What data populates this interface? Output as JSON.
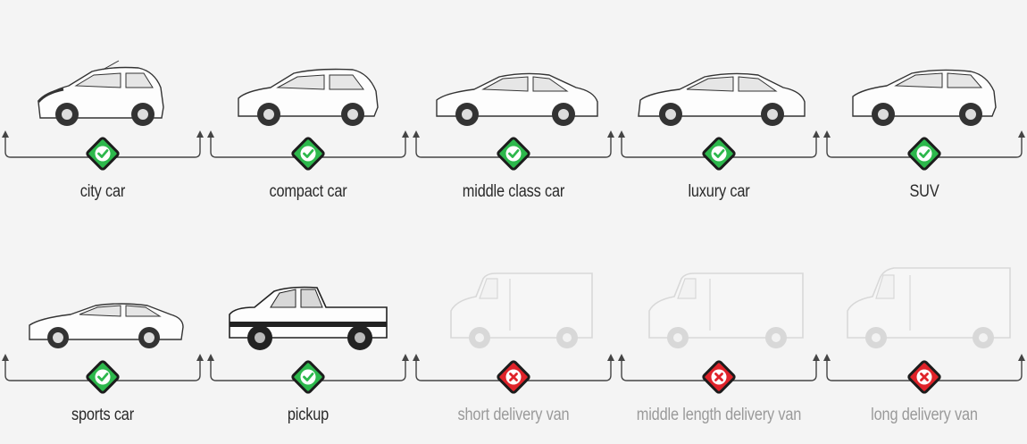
{
  "vehicles": [
    {
      "label": "city car",
      "available": true,
      "icon": "city-car-icon"
    },
    {
      "label": "compact car",
      "available": true,
      "icon": "compact-car-icon"
    },
    {
      "label": "middle class car",
      "available": true,
      "icon": "sedan-car-icon"
    },
    {
      "label": "luxury car",
      "available": true,
      "icon": "luxury-car-icon"
    },
    {
      "label": "SUV",
      "available": true,
      "icon": "suv-icon"
    },
    {
      "label": "sports car",
      "available": true,
      "icon": "sports-car-icon"
    },
    {
      "label": "pickup",
      "available": true,
      "icon": "pickup-truck-icon"
    },
    {
      "label": "short delivery van",
      "available": false,
      "icon": "van-icon"
    },
    {
      "label": "middle length delivery van",
      "available": false,
      "icon": "van-icon"
    },
    {
      "label": "long delivery van",
      "available": false,
      "icon": "van-icon"
    }
  ],
  "colors": {
    "check_fill": "#2db84c",
    "cross_fill": "#e0232a",
    "badge_border": "#1c1c1c",
    "label": "#2a2a2a",
    "label_unavailable": "#9a9a9a"
  }
}
